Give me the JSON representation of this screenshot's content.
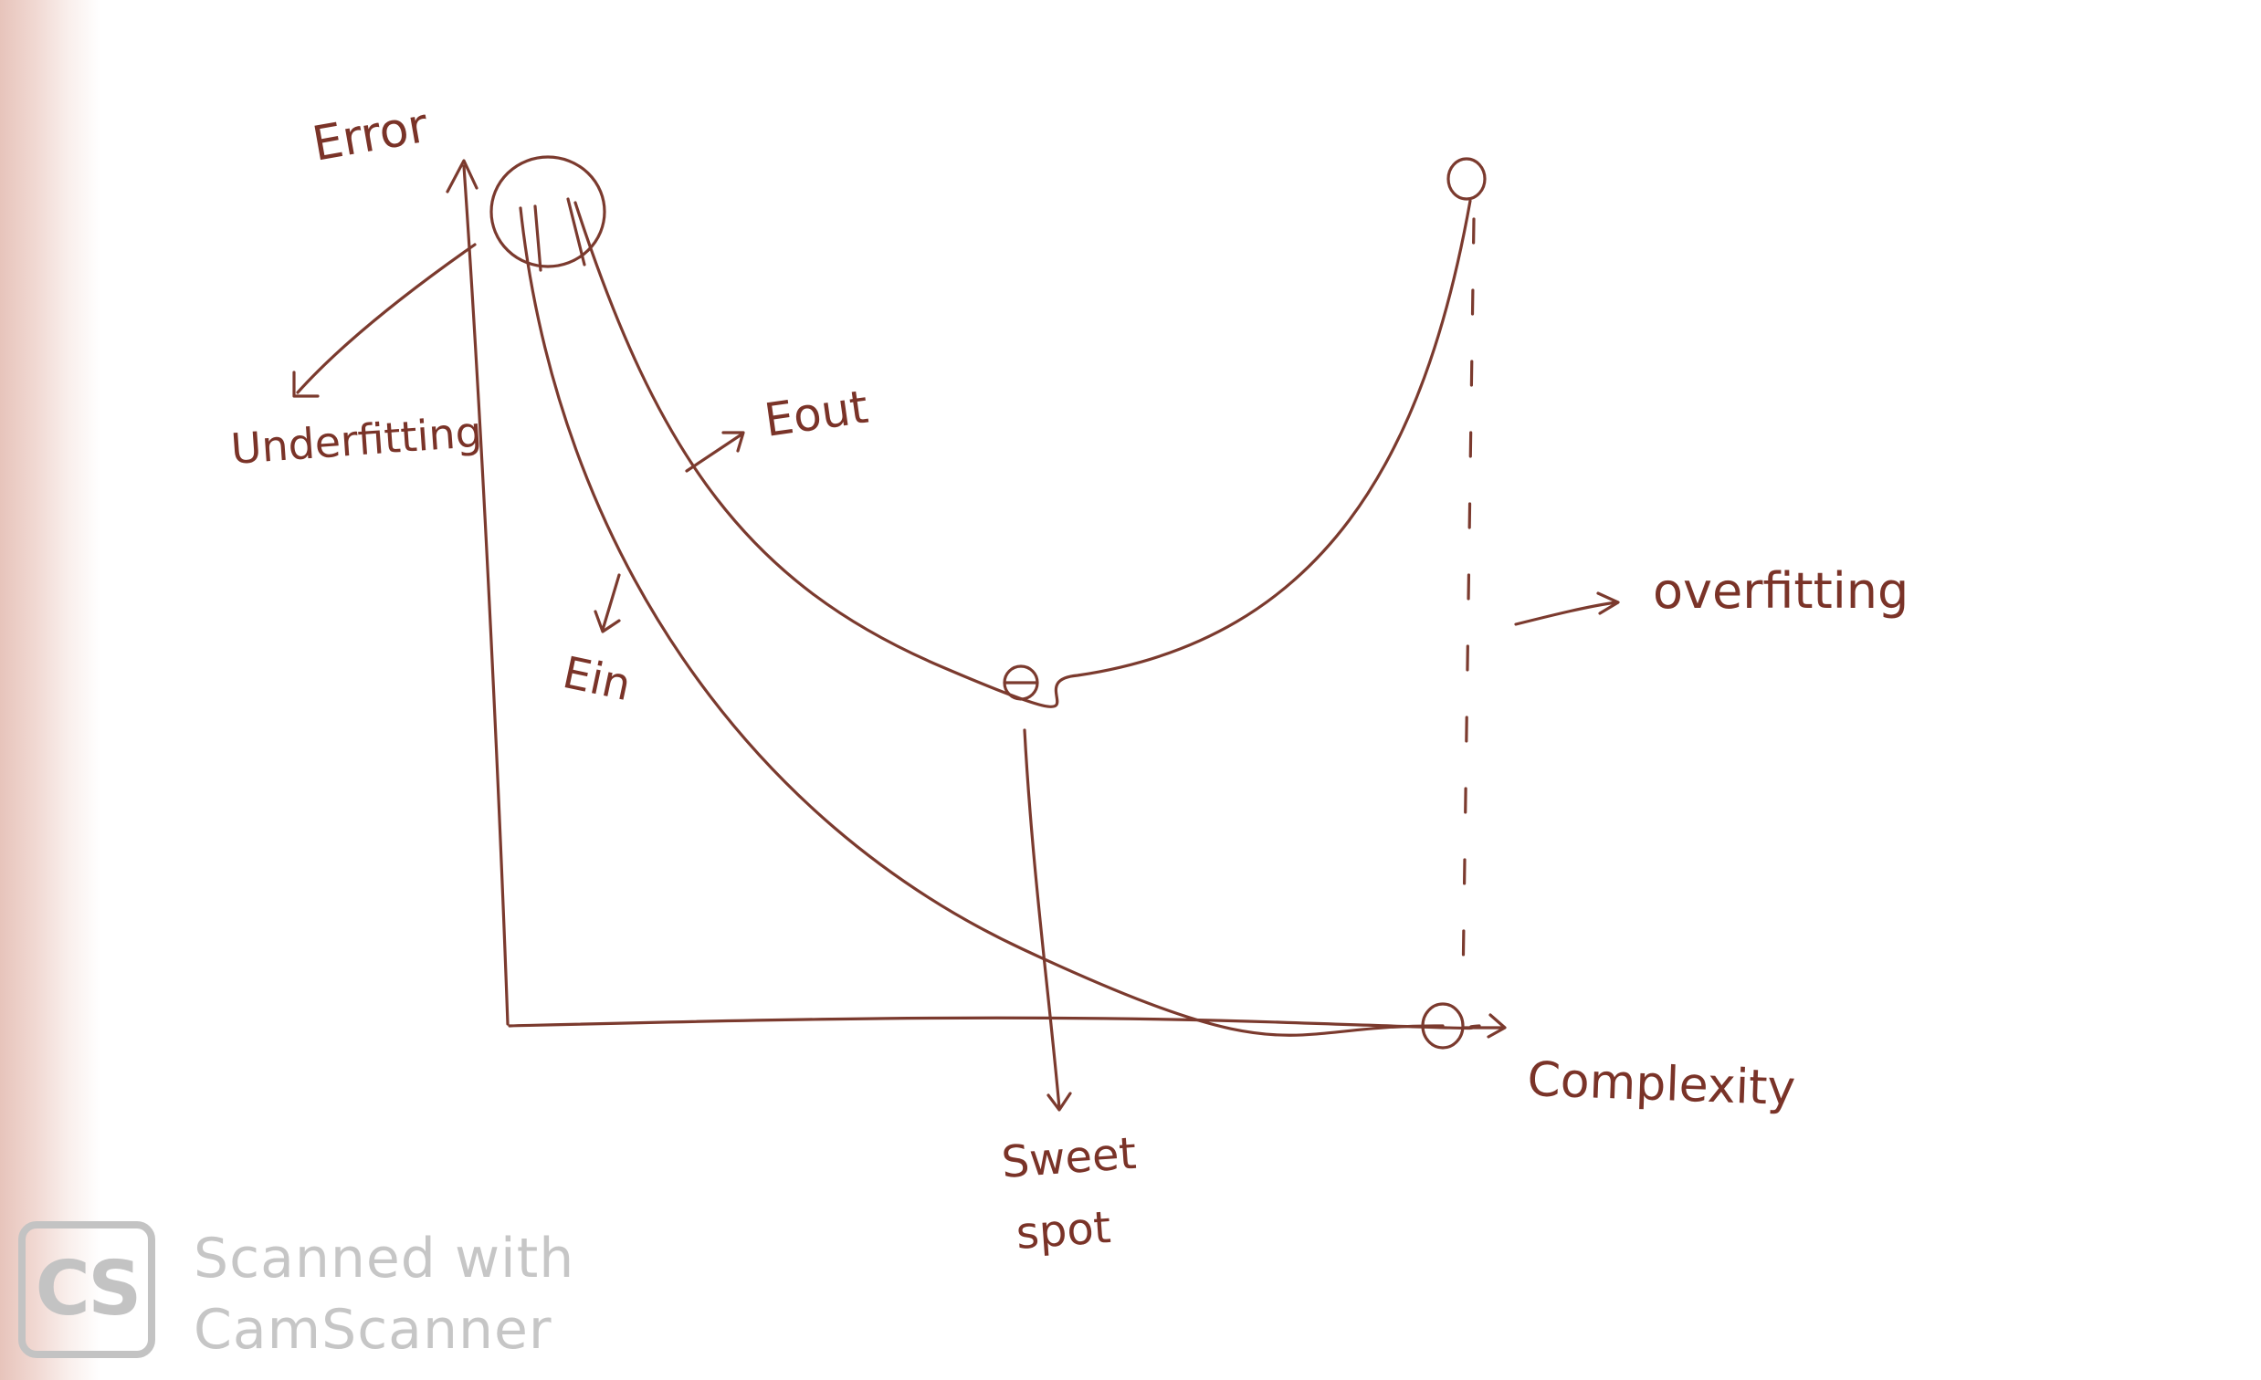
{
  "diagram": {
    "y_axis_label": "Error",
    "x_axis_label": "Complexity",
    "curve_out_label": "Eout",
    "curve_in_label": "Ein",
    "left_region_label": "Underfitting",
    "right_region_label": "overfitting",
    "optimum_label_line1": "Sweet",
    "optimum_label_line2": "spot",
    "ink_color": "#7b3a2e"
  },
  "watermark": {
    "badge": "CS",
    "line1": "Scanned with",
    "line2": "CamScanner",
    "color": "#c3c3c3"
  }
}
